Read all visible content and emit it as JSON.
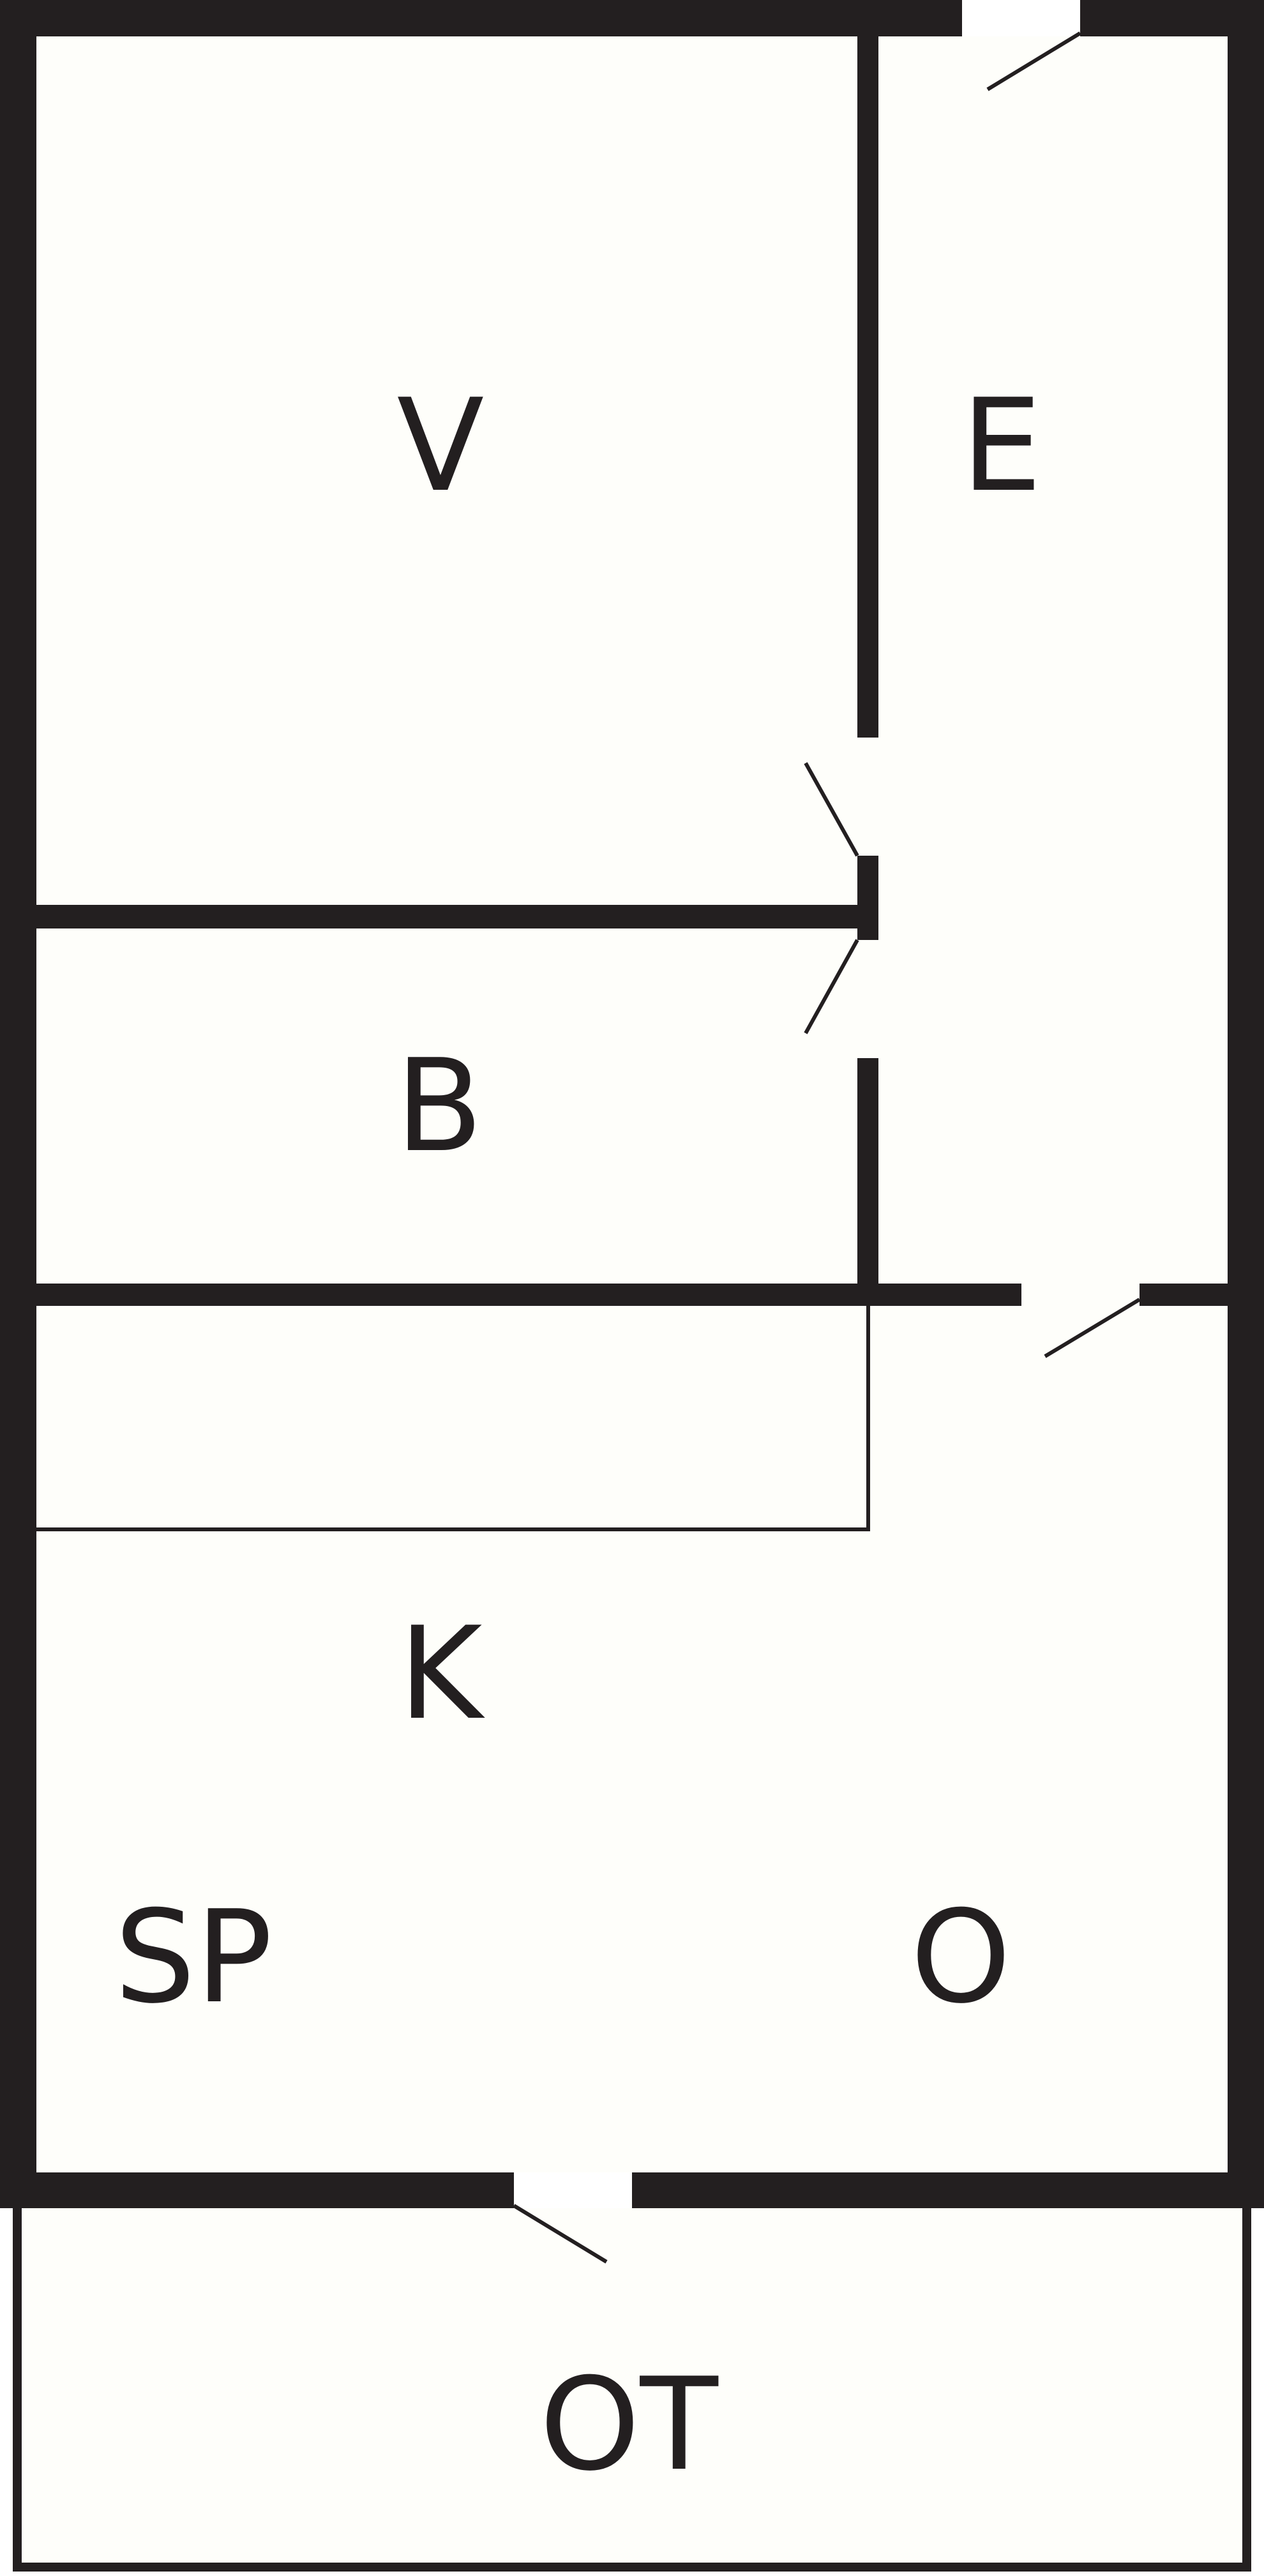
{
  "colors": {
    "wall": "#231f20",
    "floor": "#fefefa",
    "label": "#231f20"
  },
  "rooms": {
    "v": "V",
    "e": "E",
    "b": "B",
    "k": "K",
    "sp": "SP",
    "o": "O",
    "ot": "OT"
  }
}
